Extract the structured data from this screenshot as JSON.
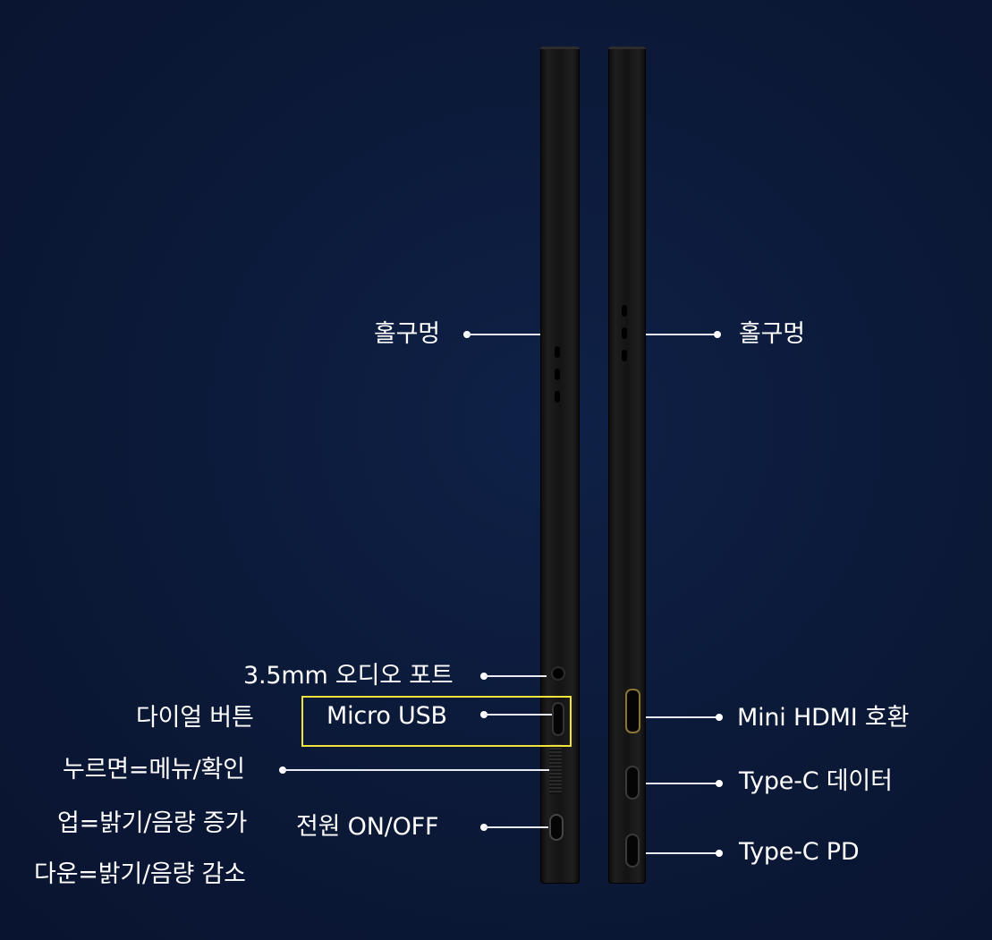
{
  "labels": {
    "left_hole": "홀구멍",
    "right_hole": "홀구멍",
    "audio_port": "3.5mm 오디오 포트",
    "micro_usb": "Micro USB",
    "dial_button": "다이얼 버튼",
    "press_menu": "누르면=메뉴/확인",
    "up_brightness": "업=밝기/음량 증가",
    "power": "전원 ON/OFF",
    "down_brightness": "다운=밝기/음량 감소",
    "mini_hdmi": "Mini HDMI 호환",
    "typec_data": "Type-C 데이터",
    "typec_pd": "Type-C PD"
  },
  "colors": {
    "background": "#0b1836",
    "text": "#ffffff",
    "highlight": "#f1e33a",
    "hdmi_accent": "#8a7436"
  }
}
